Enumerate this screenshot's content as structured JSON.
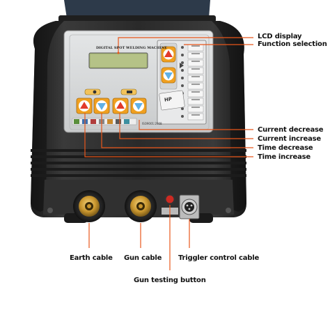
{
  "panel": {
    "title": "DIGITAL SPOT WELDING MACHINE",
    "certification": "ISO9001:2008",
    "brand_mark": "HP"
  },
  "callouts": {
    "lcd_display": "LCD display",
    "function_selection": "Function selection",
    "current_decrease": "Current decrease",
    "current_increase": "Current increase",
    "time_decrease": "Time decrease",
    "time_increase": "Time increase",
    "earth_cable": "Earth cable",
    "gun_cable": "Gun cable",
    "trigger_control_cable": "Triggler control cable",
    "gun_testing_button": "Gun testing button"
  },
  "colors": {
    "callout_line": "#e8561a",
    "body": "#2b2b2b",
    "panel": "#d9dbdc",
    "lcd": "#a9b77a",
    "button_orange": "#f0a020",
    "arrow_red": "#e23a2a",
    "arrow_blue": "#5fb0e6",
    "connector_brass": "#c9962e",
    "test_button": "#cc2a22"
  },
  "icons": {
    "function_list": [
      "spot-icon",
      "pull-icon",
      "stud-icon",
      "washer-icon",
      "rivet-icon",
      "star-icon",
      "wave-icon",
      "carbon-icon",
      "shrink-icon",
      "hammer-icon",
      "knock-icon"
    ]
  }
}
